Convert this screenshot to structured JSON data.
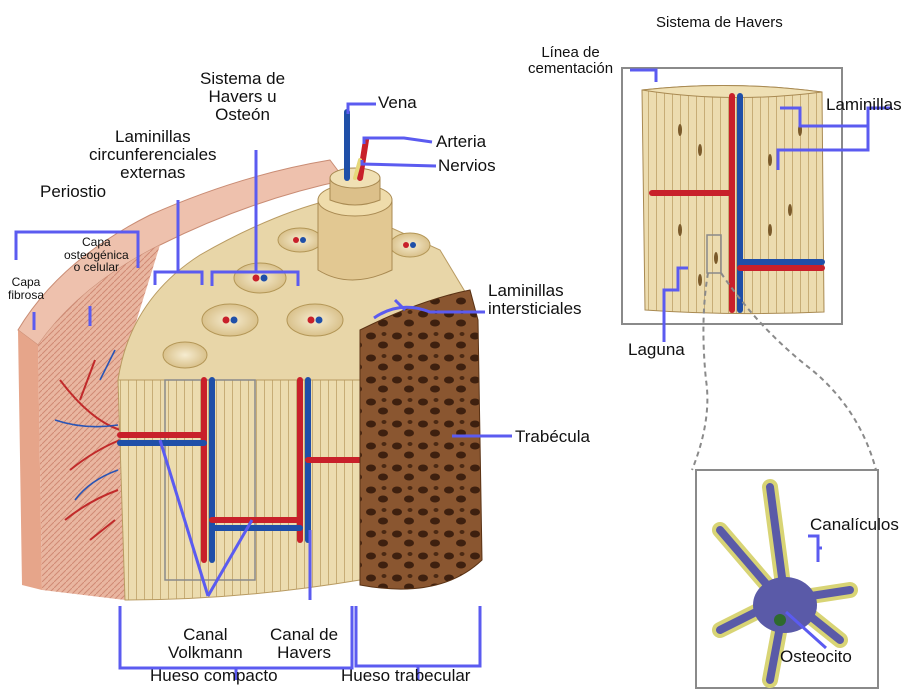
{
  "header": {
    "title": "Sistema de Havers"
  },
  "labels": {
    "periostio": "Periostio",
    "capa_fibrosa": [
      "Capa",
      "fibrosa"
    ],
    "capa_osteogenica": [
      "Capa",
      "osteogénica",
      "o celular"
    ],
    "laminillas_circ": [
      "Laminillas",
      "circunferenciales",
      "externas"
    ],
    "sistema_havers_osteon": [
      "Sistema de",
      "Havers u",
      "Osteón"
    ],
    "vena": "Vena",
    "arteria": "Arteria",
    "nervios": "Nervios",
    "laminillas_intersticiales": [
      "Laminillas",
      "intersticiales"
    ],
    "trabecula": "Trabécula",
    "canal_volkmann": [
      "Canal",
      "Volkmann"
    ],
    "canal_havers": [
      "Canal de",
      "Havers"
    ],
    "hueso_compacto": "Hueso compacto",
    "hueso_trabecular": "Hueso trabecular",
    "linea_cementacion": [
      "Línea de",
      "cementación"
    ],
    "laminillas": "Laminillas",
    "laguna": "Laguna",
    "canaliculos": "Canalículos",
    "osteocito": "Osteocito"
  },
  "colors": {
    "leader_line": "#5b5bf0",
    "bone": "#eadcb0",
    "bone_dark": "#c9b27c",
    "artery": "#c8202a",
    "vein": "#1f4fa8",
    "trabecular": "#7a4a2a",
    "periosteum": "#e3a58a"
  }
}
